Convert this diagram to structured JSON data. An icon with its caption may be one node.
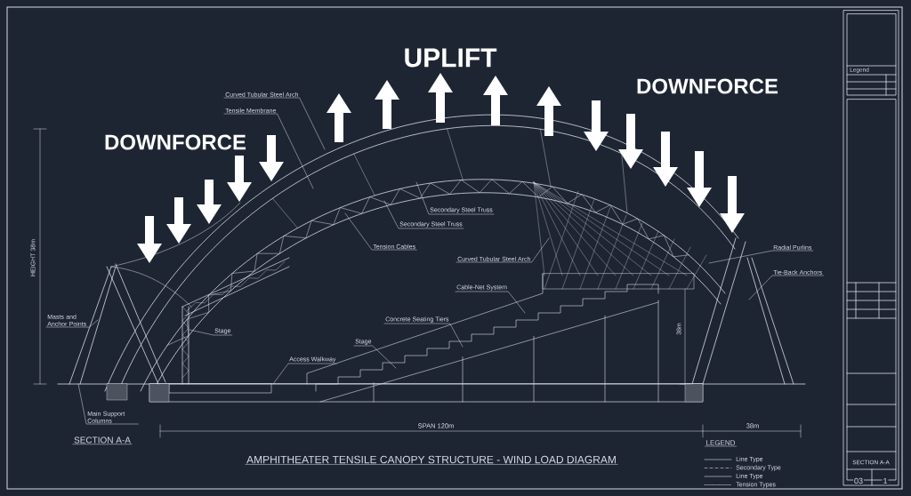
{
  "diagram": {
    "title": "AMPHITHEATER TENSILE CANOPY STRUCTURE - WIND LOAD DIAGRAM",
    "nodes": [
      {
        "text": [
          "Curved Tubular Steel Arch"
        ]
      },
      {
        "text": [
          "Tensile Membrane"
        ]
      },
      {
        "text": [
          "Secondary Steel Truss"
        ]
      },
      {
        "text": [
          "Secondary Steel Truss"
        ]
      },
      {
        "text": [
          "Tension Cables"
        ]
      },
      {
        "text": [
          "Curved Tubular Steel Arch"
        ]
      },
      {
        "text": [
          "Radial Purlins"
        ]
      },
      {
        "text": [
          "Tie-Back Anchors"
        ]
      },
      {
        "text": [
          "Cable-Net System"
        ]
      },
      {
        "text": [
          "Concrete Seating Tiers"
        ]
      },
      {
        "text": [
          "Masts and Anchor Points"
        ]
      },
      {
        "text": [
          "Stage"
        ]
      },
      {
        "text": [
          "Stage"
        ]
      },
      {
        "text": [
          "Access Walkway"
        ]
      },
      {
        "text": [
          "Main Support Columns"
        ]
      }
    ],
    "edges": [
      {
        "from": 0,
        "to": null,
        "arrow": "none"
      },
      {
        "from": 1,
        "to": null,
        "arrow": "none"
      },
      {
        "from": 2,
        "to": null,
        "arrow": "none"
      },
      {
        "from": 3,
        "to": null,
        "arrow": "none"
      },
      {
        "from": 4,
        "to": null,
        "arrow": "none"
      },
      {
        "from": 5,
        "to": null,
        "arrow": "none"
      },
      {
        "from": 6,
        "to": null,
        "arrow": "none"
      },
      {
        "from": 7,
        "to": null,
        "arrow": "none"
      },
      {
        "from": 8,
        "to": null,
        "arrow": "none"
      },
      {
        "from": 9,
        "to": null,
        "arrow": "none"
      },
      {
        "from": 10,
        "to": null,
        "arrow": "none"
      },
      {
        "from": 11,
        "to": null,
        "arrow": "none"
      },
      {
        "from": 12,
        "to": null,
        "arrow": "none"
      },
      {
        "from": 13,
        "to": null,
        "arrow": "none"
      },
      {
        "from": 14,
        "to": null,
        "arrow": "none"
      }
    ],
    "labels": [
      "UPLIFT",
      "Legend",
      "DOWNFORCE",
      "DOWNFORCE",
      "HEIGHT 38m",
      "38m",
      "SPAN 120m",
      "38m",
      "SECTION A-A",
      "LEGEND",
      "SECTION A-A",
      "03",
      "1"
    ],
    "legend": [
      {
        "text": "Line Type"
      },
      {
        "text": "Secondary Type"
      },
      {
        "text": "Line Type"
      },
      {
        "text": "Tension Types"
      }
    ]
  }
}
